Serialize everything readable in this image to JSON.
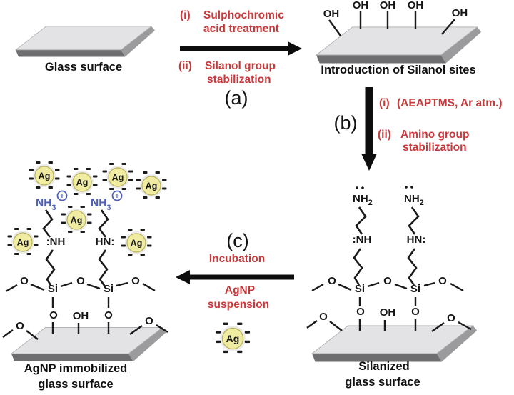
{
  "stage1": {
    "label": "Glass surface"
  },
  "stage2": {
    "label": "Introduction of Silanol sites"
  },
  "stage3": {
    "label_line1": "Silanized",
    "label_line2": "glass surface"
  },
  "stage4": {
    "label_line1": "AgNP immobilized",
    "label_line2": "glass surface"
  },
  "step_a": {
    "tag": "(a)",
    "i_num": "(i)",
    "i_line1": "Sulphochromic",
    "i_line2": "acid treatment",
    "ii_num": "(ii)",
    "ii_line1": "Silanol group",
    "ii_line2": "stabilization"
  },
  "step_b": {
    "tag": "(b)",
    "i_num": "(i)",
    "i_text": "(AEAPTMS, Ar atm.)",
    "ii_num": "(ii)",
    "ii_line1": "Amino group",
    "ii_line2": "stabilization"
  },
  "step_c": {
    "tag": "(c)",
    "above": "Incubation",
    "below_line1": "AgNP",
    "below_line2": "suspension"
  },
  "molecules": {
    "o": "O",
    "si": "Si",
    "oh": "OH",
    "nh": "NH",
    "sub2": "2",
    "sub3": "3",
    "nh_colon_left": ":NH",
    "nh_colon_right": "HN:",
    "plus": "+"
  },
  "agnp": {
    "label": "Ag"
  },
  "colors": {
    "step_text_red": "#c9393b",
    "amine_blue": "#4d5fb8",
    "particle_fill": "#f0eda2",
    "particle_edge": "#b9b35a",
    "glass_top": "#e3e3e5",
    "glass_front": "#6e6e70",
    "glass_side": "#9b9b9d",
    "bond_black": "#1a1a1a"
  }
}
